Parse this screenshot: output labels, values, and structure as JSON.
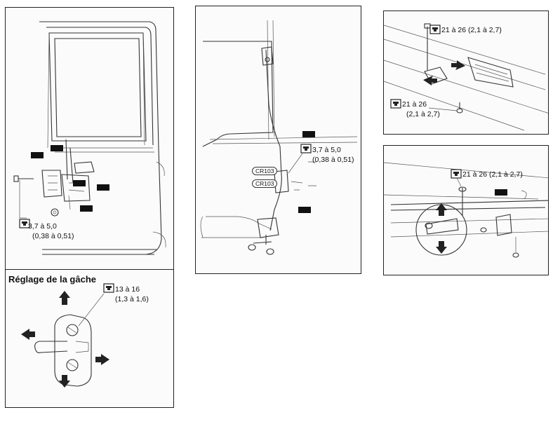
{
  "header": {
    "partial_top_text": ""
  },
  "panels": {
    "door_latch": {
      "torque_value": "3,7 à 5,0",
      "torque_alt": "(0,38 à 0,51)"
    },
    "striker": {
      "title": "Réglage de la gâche",
      "torque_value": "13 à 16",
      "torque_alt": "(1,3 à 1,6)"
    },
    "rod_linkage": {
      "torque_value": "3,7 à 5,0",
      "torque_alt": "(0,38 à 0,51)",
      "connector_1": "CR103",
      "connector_2": "CR103"
    },
    "hinge_top": {
      "torque_top": "21 à 26 (2,1 à 2,7)",
      "torque_bottom_value": "21 à 26",
      "torque_bottom_alt": "(2,1 à 2,7)"
    },
    "hinge_bottom": {
      "torque_value": "21 à 26 (2,1 à 2,7)"
    }
  }
}
